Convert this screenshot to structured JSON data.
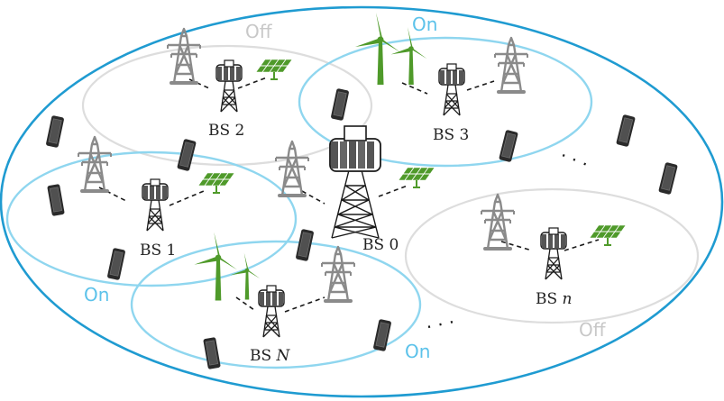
{
  "colors": {
    "outer_cell": "#1f9bd1",
    "on_cell": "#8fd6ef",
    "off_cell": "#dddddd",
    "on_text": "#5cc2ea",
    "off_text": "#c8c8c8",
    "green": "#4f9a2a",
    "pylon": "#8a8a8a",
    "tower": "#1a1a1a",
    "phone": "#2a2a2a"
  },
  "icons": {
    "macro": "macro-tower-icon",
    "small": "small-tower-icon",
    "pylon": "power-pylon-icon",
    "solar": "solar-panel-icon",
    "wind": "wind-turbine-icon",
    "phone": "smartphone-icon"
  },
  "cells": [
    {
      "id": "bs0",
      "label": "BS 0"
    },
    {
      "id": "bs1",
      "label": "BS 1",
      "state": "On"
    },
    {
      "id": "bs2",
      "label": "BS 2",
      "state": "Off"
    },
    {
      "id": "bs3",
      "label": "BS 3",
      "state": "On"
    },
    {
      "id": "bsN",
      "label_prefix": "BS ",
      "label_index": "N",
      "state": "On"
    },
    {
      "id": "bsn",
      "label_prefix": "BS ",
      "label_index": "n",
      "state": "Off"
    }
  ],
  "ellipsis": "· · ·"
}
